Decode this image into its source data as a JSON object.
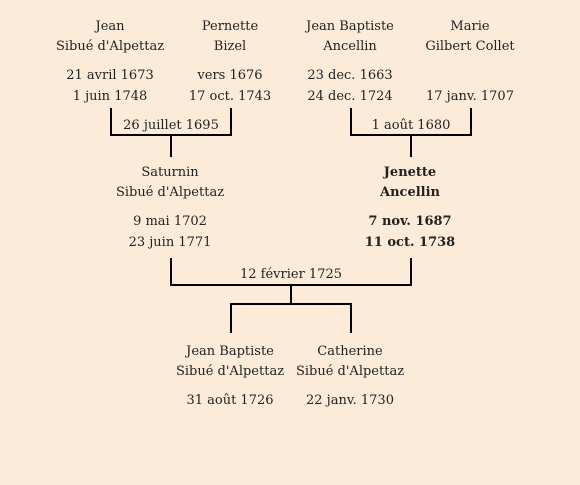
{
  "persons": {
    "jean": {
      "name1": "Jean",
      "name2": "Sibué d'Alpettaz",
      "birth": "21 avril 1673",
      "death": "1 juin 1748"
    },
    "pernette": {
      "name1": "Pernette",
      "name2": "Bizel",
      "birth": "vers 1676",
      "death": "17 oct. 1743"
    },
    "jean_baptiste_ancellin": {
      "name1": "Jean Baptiste",
      "name2": "Ancellin",
      "birth": "23 dec. 1663",
      "death": "24 dec. 1724"
    },
    "marie": {
      "name1": "Marie",
      "name2": "Gilbert Collet",
      "birth": "",
      "death": "17 janv. 1707"
    },
    "saturnin": {
      "name1": "Saturnin",
      "name2": "Sibué d'Alpettaz",
      "birth": "9 mai 1702",
      "death": "23 juin 1771"
    },
    "jenette": {
      "name1": "Jenette",
      "name2": "Ancellin",
      "birth": "7 nov. 1687",
      "death": "11 oct. 1738"
    },
    "jean_baptiste_sibue": {
      "name1": "Jean Baptiste",
      "name2": "Sibué d'Alpettaz",
      "birth": "31 août 1726",
      "death": ""
    },
    "catherine": {
      "name1": "Catherine",
      "name2": "Sibué d'Alpettaz",
      "birth": "22 janv. 1730",
      "death": ""
    }
  },
  "marriages": {
    "jean_pernette": "26 juillet 1695",
    "ancellin_collet": "1 août 1680",
    "saturnin_jenette": "12 février 1725"
  }
}
